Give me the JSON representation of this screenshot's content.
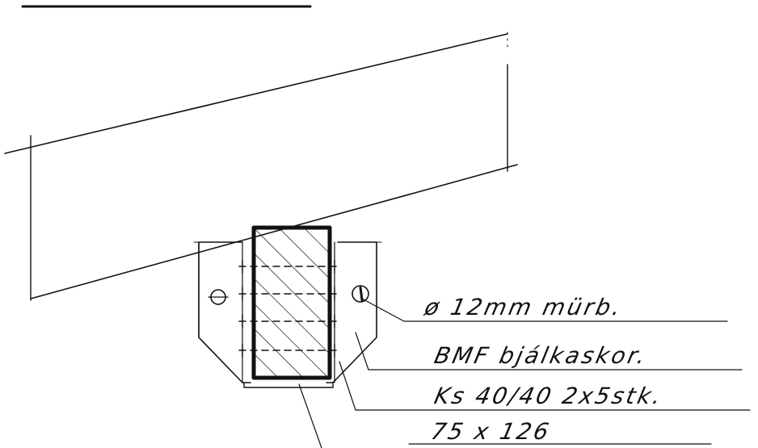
{
  "labels": {
    "bolt": "ø 12mm mürb.",
    "shoe": "BMF bjálkaskor.",
    "nails": "Ks 40/40  2x5stk.",
    "section": "75 x 126"
  },
  "colors": {
    "ink": "#111111",
    "paper": "#ffffff"
  }
}
